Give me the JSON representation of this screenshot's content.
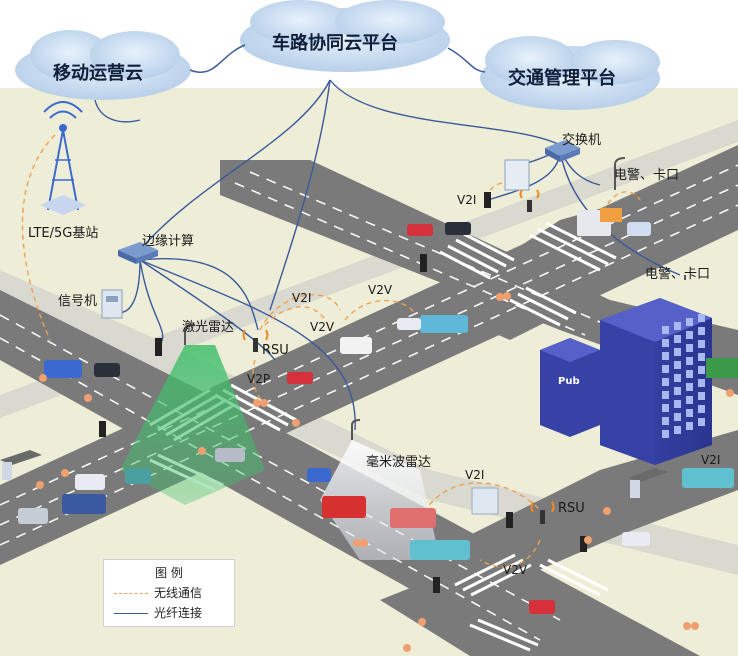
{
  "clouds": {
    "mobile": "移动运营云",
    "platform": "车路协同云平台",
    "traffic": "交通管理平台"
  },
  "labels": {
    "base_station": "LTE/5G基站",
    "edge": "边缘计算",
    "signal": "信号机",
    "lidar": "激光雷达",
    "rsu1": "RSU",
    "rsu2": "RSU",
    "v2i_1": "V2I",
    "v2i_2": "V2I",
    "v2i_3": "V2I",
    "v2i_4": "V2I",
    "v2v_1": "V2V",
    "v2v_2": "V2V",
    "v2v_3": "V2V",
    "v2p": "V2P",
    "mmwave": "毫米波雷达",
    "switch": "交换机",
    "police1": "电警、卡口",
    "police2": "电警、卡口",
    "building": "Pub"
  },
  "legend": {
    "title": "图 例",
    "wireless": "无线通信",
    "fiber": "光纤连接"
  },
  "colors": {
    "wireless": "#f0a050",
    "fiber": "#3a5a9a",
    "cloud": "#c7dcf2",
    "road": "#6e6e6e",
    "ground": "#eeeed8",
    "sidewalk": "#cfcfcf"
  }
}
